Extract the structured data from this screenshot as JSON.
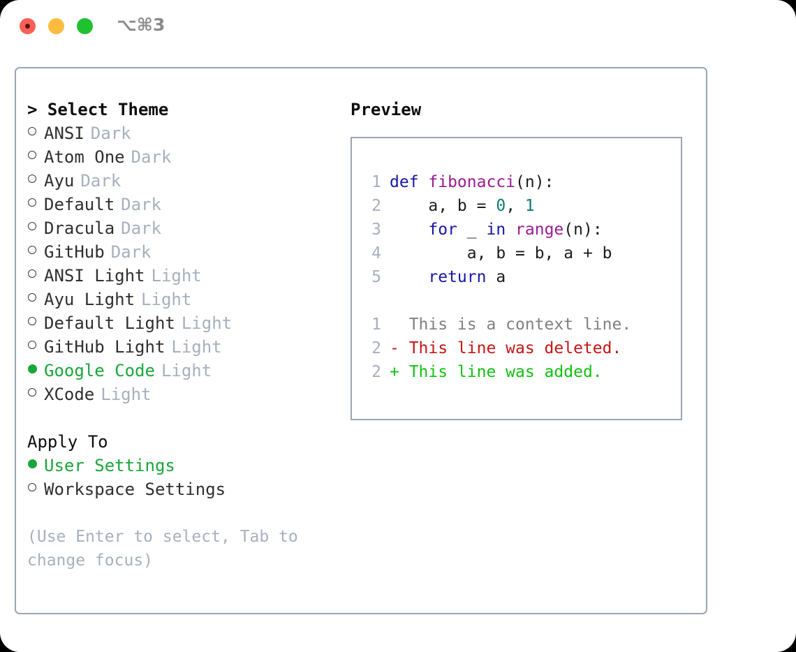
{
  "titlebar": {
    "buttons": [
      {
        "name": "close-button",
        "color": "#fb5f57"
      },
      {
        "name": "minimize-button",
        "color": "#fdbc40"
      },
      {
        "name": "maximize-button",
        "color": "#1fc12f"
      }
    ],
    "shortcut": "⌥⌘3"
  },
  "theme_picker": {
    "heading": "> Select Theme",
    "options": [
      {
        "label": "ANSI",
        "tag": "Dark",
        "selected": false
      },
      {
        "label": "Atom One",
        "tag": "Dark",
        "selected": false
      },
      {
        "label": "Ayu",
        "tag": "Dark",
        "selected": false
      },
      {
        "label": "Default",
        "tag": "Dark",
        "selected": false
      },
      {
        "label": "Dracula",
        "tag": "Dark",
        "selected": false
      },
      {
        "label": "GitHub",
        "tag": "Dark",
        "selected": false
      },
      {
        "label": "ANSI Light",
        "tag": "Light",
        "selected": false
      },
      {
        "label": "Ayu Light",
        "tag": "Light",
        "selected": false
      },
      {
        "label": "Default Light",
        "tag": "Light",
        "selected": false
      },
      {
        "label": "GitHub Light",
        "tag": "Light",
        "selected": false
      },
      {
        "label": "Google Code",
        "tag": "Light",
        "selected": true
      },
      {
        "label": "XCode",
        "tag": "Light",
        "selected": false
      }
    ]
  },
  "apply_to": {
    "heading": "Apply To",
    "options": [
      {
        "label": "User Settings",
        "tag": "",
        "selected": true
      },
      {
        "label": "Workspace Settings",
        "tag": "",
        "selected": false
      }
    ]
  },
  "hint": "(Use Enter to select, Tab to change focus)",
  "preview": {
    "heading": "Preview",
    "code_lines": [
      {
        "num": "1",
        "tokens": [
          {
            "t": "def ",
            "c": "kw"
          },
          {
            "t": "fibonacci",
            "c": "fn"
          },
          {
            "t": "(n):",
            "c": "pl"
          }
        ]
      },
      {
        "num": "2",
        "tokens": [
          {
            "t": "    a, b = ",
            "c": "pl"
          },
          {
            "t": "0",
            "c": "num"
          },
          {
            "t": ", ",
            "c": "pl"
          },
          {
            "t": "1",
            "c": "num"
          }
        ]
      },
      {
        "num": "3",
        "tokens": [
          {
            "t": "    ",
            "c": "pl"
          },
          {
            "t": "for",
            "c": "kw"
          },
          {
            "t": " _ ",
            "c": "pl"
          },
          {
            "t": "in",
            "c": "kw"
          },
          {
            "t": " ",
            "c": "pl"
          },
          {
            "t": "range",
            "c": "fn"
          },
          {
            "t": "(n):",
            "c": "pl"
          }
        ]
      },
      {
        "num": "4",
        "tokens": [
          {
            "t": "        a, b = b, a + b",
            "c": "pl"
          }
        ]
      },
      {
        "num": "5",
        "tokens": [
          {
            "t": "    ",
            "c": "pl"
          },
          {
            "t": "return",
            "c": "kw"
          },
          {
            "t": " a",
            "c": "pl"
          }
        ]
      }
    ],
    "diff_lines": [
      {
        "num": "1",
        "tokens": [
          {
            "t": "  This is a context line.",
            "c": "ctx"
          }
        ]
      },
      {
        "num": "2",
        "tokens": [
          {
            "t": "- This line was deleted.",
            "c": "del"
          }
        ]
      },
      {
        "num": "2",
        "tokens": [
          {
            "t": "+ This line was added.",
            "c": "add"
          }
        ]
      }
    ]
  },
  "colors": {
    "accent_green": "#19a63a",
    "muted": "#a7b0bd",
    "border": "#9aa5b4",
    "keyword": "#1616a8",
    "function": "#9b1b8f",
    "number": "#0f7a72",
    "diff_add": "#11c111",
    "diff_del": "#c81414"
  }
}
